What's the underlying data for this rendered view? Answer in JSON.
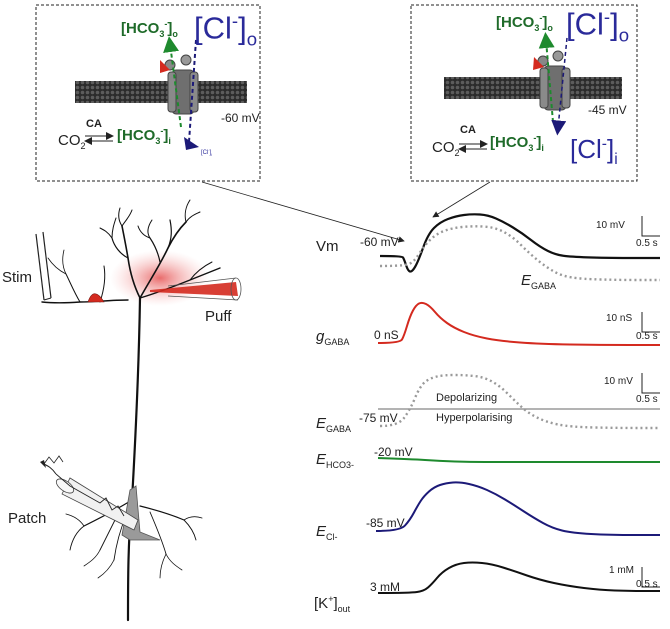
{
  "inset_left": {
    "hco3_out": "[HCO",
    "hco3_out_sub": "3",
    "hco3_out_sup": "-",
    "hco3_out_tail": "]",
    "hco3_out_loc": "o",
    "cl_out": "[Cl",
    "cl_out_sup": "-",
    "cl_out_tail": "]",
    "cl_out_loc": "o",
    "ca": "CA",
    "co2": "CO",
    "co2_sub": "2",
    "hco3_in": "[HCO",
    "hco3_in_sub": "3",
    "hco3_in_sup": "-",
    "hco3_in_tail": "]",
    "hco3_in_loc": "i",
    "cl_in": "[Cl",
    "cl_in_sup": "-",
    "cl_in_tail": "]",
    "cl_in_loc": "i",
    "voltage": "-60 mV"
  },
  "inset_right": {
    "hco3_out": "[HCO",
    "hco3_out_sub": "3",
    "hco3_out_sup": "-",
    "hco3_out_tail": "]",
    "hco3_out_loc": "o",
    "cl_out": "[Cl",
    "cl_out_sup": "-",
    "cl_out_tail": "]",
    "cl_out_loc": "o",
    "ca": "CA",
    "co2": "CO",
    "co2_sub": "2",
    "hco3_in": "[HCO",
    "hco3_in_sub": "3",
    "hco3_in_sup": "-",
    "hco3_in_tail": "]",
    "hco3_in_loc": "i",
    "cl_in": "[Cl",
    "cl_in_sup": "-",
    "cl_in_tail": "]",
    "cl_in_loc": "i",
    "voltage": "-45 mV"
  },
  "neuron": {
    "stim": "Stim",
    "puff": "Puff",
    "patch": "Patch"
  },
  "traces": {
    "vm": {
      "name": "Vm",
      "baseline": "-60 mV",
      "scale_y": "10 mV",
      "scale_x": "0.5 s",
      "egaba_label": "E",
      "egaba_sub": "GABA"
    },
    "g": {
      "name": "g",
      "sub": "GABA",
      "baseline": "0 nS",
      "scale_y": "10 nS",
      "scale_x": "0.5 s"
    },
    "egaba": {
      "name": "E",
      "sub": "GABA",
      "baseline": "-75 mV",
      "scale_y": "10 mV",
      "scale_x": "0.5 s",
      "depolarizing": "Depolarizing",
      "hyperpolarising": "Hyperpolarising"
    },
    "ehco3": {
      "name": "E",
      "sub": "HCO3-",
      "baseline": "-20 mV"
    },
    "ecl": {
      "name": "E",
      "sub": "Cl-",
      "baseline": "-85 mV"
    },
    "k": {
      "name": "[K",
      "sup": "+",
      "tail": "]",
      "sub": "out",
      "baseline": "3 mM",
      "scale_y": "1 mM",
      "scale_x": "0.5 s"
    }
  },
  "colors": {
    "black": "#111111",
    "red": "#d42a1f",
    "green": "#1e8a2e",
    "blue": "#1c1a78",
    "grey": "#9a9a9a",
    "grn_text": "#1f6b2a",
    "blu_text": "#2a2a9a"
  }
}
